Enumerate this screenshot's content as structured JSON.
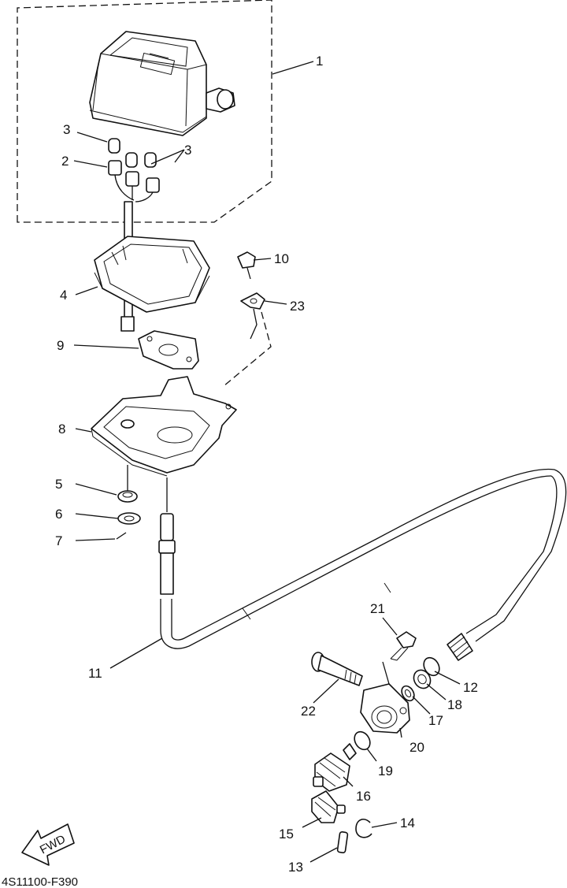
{
  "diagram": {
    "part_labels": [
      {
        "id": "1",
        "text": "1"
      },
      {
        "id": "2",
        "text": "2"
      },
      {
        "id": "3a",
        "text": "3"
      },
      {
        "id": "3b",
        "text": "3"
      },
      {
        "id": "4",
        "text": "4"
      },
      {
        "id": "5",
        "text": "5"
      },
      {
        "id": "6",
        "text": "6"
      },
      {
        "id": "7",
        "text": "7"
      },
      {
        "id": "8",
        "text": "8"
      },
      {
        "id": "9",
        "text": "9"
      },
      {
        "id": "10",
        "text": "10"
      },
      {
        "id": "11",
        "text": "11"
      },
      {
        "id": "12",
        "text": "12"
      },
      {
        "id": "13",
        "text": "13"
      },
      {
        "id": "14",
        "text": "14"
      },
      {
        "id": "15",
        "text": "15"
      },
      {
        "id": "16",
        "text": "16"
      },
      {
        "id": "17",
        "text": "17"
      },
      {
        "id": "18",
        "text": "18"
      },
      {
        "id": "19",
        "text": "19"
      },
      {
        "id": "20",
        "text": "20"
      },
      {
        "id": "21",
        "text": "21"
      },
      {
        "id": "22",
        "text": "22"
      },
      {
        "id": "23",
        "text": "23"
      }
    ],
    "fwd_label": "FWD",
    "drawing_code": "4S11100-F390"
  }
}
